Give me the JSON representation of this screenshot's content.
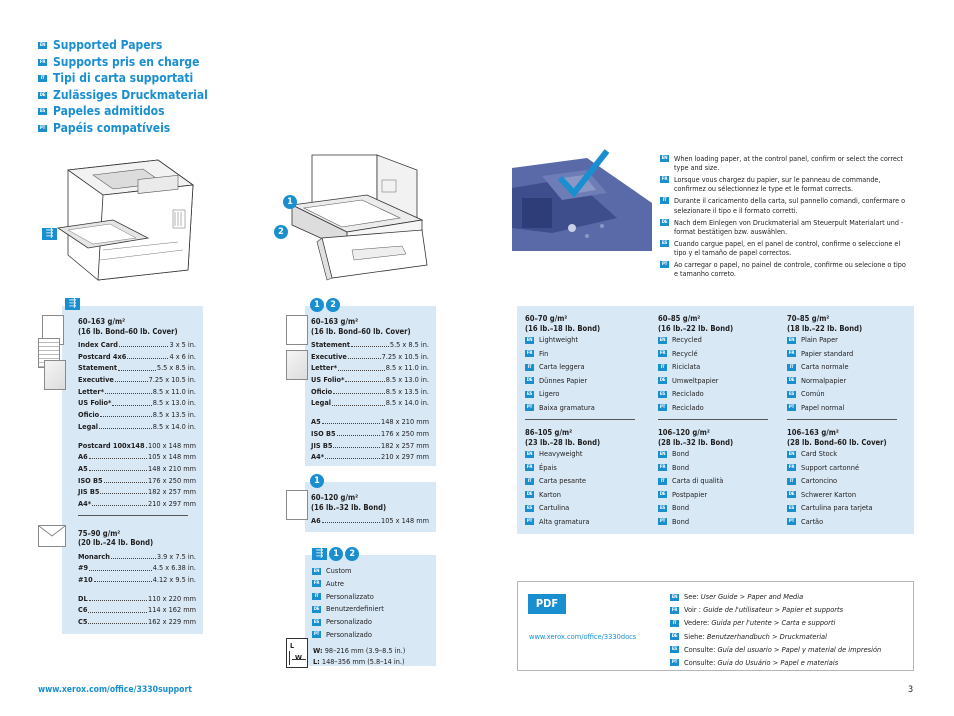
{
  "titles": [
    {
      "lang": "EN",
      "text": "Supported Papers"
    },
    {
      "lang": "FR",
      "text": "Supports pris en charge"
    },
    {
      "lang": "IT",
      "text": "Tipi di carta supportati"
    },
    {
      "lang": "DE",
      "text": "Zulässiges Druckmaterial"
    },
    {
      "lang": "ES",
      "text": "Papeles admitidos"
    },
    {
      "lang": "PT",
      "text": "Papéis compatíveis"
    }
  ],
  "bypass": {
    "weight": "60–163 g/m²",
    "weight_sub": "(16 lb. Bond–60 lb. Cover)",
    "sizes_us": [
      {
        "name": "Index Card",
        "value": "3 x 5 in."
      },
      {
        "name": "Postcard 4x6",
        "value": "4 x 6 in."
      },
      {
        "name": "Statement",
        "value": "5.5 x 8.5 in."
      },
      {
        "name": "Executive",
        "value": "7.25 x 10.5 in."
      },
      {
        "name": "Letter*",
        "value": "8.5 x 11.0 in."
      },
      {
        "name": "US Folio*",
        "value": "8.5 x 13.0 in."
      },
      {
        "name": "Oficio",
        "value": "8.5 x 13.5 in."
      },
      {
        "name": "Legal",
        "value": "8.5 x 14.0 in."
      }
    ],
    "sizes_metric": [
      {
        "name": "Postcard 100x148",
        "value": "100 x 148 mm"
      },
      {
        "name": "A6",
        "value": "105 x 148 mm"
      },
      {
        "name": "A5",
        "value": "148 x 210 mm"
      },
      {
        "name": "ISO B5",
        "value": "176 x 250 mm"
      },
      {
        "name": "JIS B5",
        "value": "182 x 257 mm"
      },
      {
        "name": "A4*",
        "value": "210 x 297 mm"
      }
    ],
    "env_weight": "75–90 g/m²",
    "env_weight_sub": "(20 lb.–24 lb. Bond)",
    "env_us": [
      {
        "name": "Monarch",
        "value": "3.9 x 7.5 in."
      },
      {
        "name": "#9",
        "value": "4.5 x 6.38 in."
      },
      {
        "name": "#10",
        "value": "4.12 x 9.5 in."
      }
    ],
    "env_metric": [
      {
        "name": "DL",
        "value": "110 x 220 mm"
      },
      {
        "name": "C6",
        "value": "114 x 162 mm"
      },
      {
        "name": "C5",
        "value": "162 x 229 mm"
      }
    ]
  },
  "trays": {
    "badge1": "1",
    "badge2": "2",
    "weight": "60–163 g/m²",
    "weight_sub": "(16 lb. Bond–60 lb. Cover)",
    "sizes_us": [
      {
        "name": "Statement",
        "value": "5.5 x 8.5 in."
      },
      {
        "name": "Executive",
        "value": "7.25 x 10.5 in."
      },
      {
        "name": "Letter*",
        "value": "8.5 x 11.0 in."
      },
      {
        "name": "US Folio*",
        "value": "8.5 x 13.0 in."
      },
      {
        "name": "Oficio",
        "value": "8.5 x 13.5 in."
      },
      {
        "name": "Legal",
        "value": "8.5 x 14.0 in."
      }
    ],
    "sizes_metric": [
      {
        "name": "A5",
        "value": "148 x 210 mm"
      },
      {
        "name": "ISO B5",
        "value": "176 x 250 mm"
      },
      {
        "name": "JIS B5",
        "value": "182 x 257 mm"
      },
      {
        "name": "A4*",
        "value": "210 x 297 mm"
      }
    ]
  },
  "tray1": {
    "badge": "1",
    "weight": "60–120 g/m²",
    "weight_sub": "(16 lb.–32 lb. Bond)",
    "sizes": [
      {
        "name": "A6",
        "value": "105 x 148 mm"
      }
    ]
  },
  "custom": {
    "badge1": "1",
    "badge2": "2",
    "items": [
      {
        "lang": "EN",
        "text": "Custom"
      },
      {
        "lang": "FR",
        "text": "Autre"
      },
      {
        "lang": "IT",
        "text": "Personalizzato"
      },
      {
        "lang": "DE",
        "text": "Benutzerdefiniert"
      },
      {
        "lang": "ES",
        "text": "Personalizado"
      },
      {
        "lang": "PT",
        "text": "Personalizado"
      }
    ],
    "w_label": "W:",
    "w_value": "98–216 mm (3.9–8.5 in.)",
    "l_label": "L:",
    "l_value": "148–356 mm (5.8–14 in.)",
    "diagram_l": "L",
    "diagram_w": "W"
  },
  "messages": [
    {
      "lang": "EN",
      "text": "When loading paper, at the control panel, confirm or select the correct type and size."
    },
    {
      "lang": "FR",
      "text": "Lorsque vous chargez du papier, sur le panneau de commande, confirmez ou sélectionnez le type et le format corrects."
    },
    {
      "lang": "IT",
      "text": "Durante il caricamento della carta, sul pannello comandi, confermare o selezionare il tipo e il formato corretti."
    },
    {
      "lang": "DE",
      "text": "Nach dem Einlegen von Druckmaterial am Steuerpult Materialart und -format bestätigen bzw. auswählen."
    },
    {
      "lang": "ES",
      "text": "Cuando cargue papel, en el panel de control, confirme o seleccione el tipo y el tamaño de papel correctos."
    },
    {
      "lang": "PT",
      "text": "Ao carregar o papel, no painel de controle, confirme ou selecione o tipo e tamanho correto."
    }
  ],
  "types": [
    {
      "weight": "60–70 g/m²",
      "weight_sub": "(16 lb.–18 lb. Bond)",
      "items": [
        [
          "EN",
          "Lightweight"
        ],
        [
          "FR",
          "Fin"
        ],
        [
          "IT",
          "Carta leggera"
        ],
        [
          "DE",
          "Dünnes Papier"
        ],
        [
          "ES",
          "Ligero"
        ],
        [
          "PT",
          "Baixa gramatura"
        ]
      ]
    },
    {
      "weight": "60–85 g/m²",
      "weight_sub": "(16 lb.–22 lb. Bond)",
      "items": [
        [
          "EN",
          "Recycled"
        ],
        [
          "FR",
          "Recyclé"
        ],
        [
          "IT",
          "Riciclata"
        ],
        [
          "DE",
          "Umweltpapier"
        ],
        [
          "ES",
          "Reciclado"
        ],
        [
          "PT",
          "Reciclado"
        ]
      ]
    },
    {
      "weight": "70–85 g/m²",
      "weight_sub": "(18 lb.–22 lb. Bond)",
      "items": [
        [
          "EN",
          "Plain Paper"
        ],
        [
          "FR",
          "Papier standard"
        ],
        [
          "IT",
          "Carta normale"
        ],
        [
          "DE",
          "Normalpapier"
        ],
        [
          "ES",
          "Común"
        ],
        [
          "PT",
          "Papel normal"
        ]
      ]
    },
    {
      "weight": "86–105 g/m²",
      "weight_sub": "(23 lb.–28 lb. Bond)",
      "items": [
        [
          "EN",
          "Heavyweight"
        ],
        [
          "FR",
          "Épais"
        ],
        [
          "IT",
          "Carta pesante"
        ],
        [
          "DE",
          "Karton"
        ],
        [
          "ES",
          "Cartulina"
        ],
        [
          "PT",
          "Alta gramatura"
        ]
      ]
    },
    {
      "weight": "106–120 g/m²",
      "weight_sub": "(28 lb.–32 lb. Bond)",
      "items": [
        [
          "EN",
          "Bond"
        ],
        [
          "FR",
          "Bond"
        ],
        [
          "IT",
          "Carta di qualità"
        ],
        [
          "DE",
          "Postpapier"
        ],
        [
          "ES",
          "Bond"
        ],
        [
          "PT",
          "Bond"
        ]
      ]
    },
    {
      "weight": "106–163 g/m²",
      "weight_sub": "(28 lb. Bond–60 lb. Cover)",
      "items": [
        [
          "EN",
          "Card Stock"
        ],
        [
          "FR",
          "Support cartonné"
        ],
        [
          "IT",
          "Cartoncino"
        ],
        [
          "DE",
          "Schwerer Karton"
        ],
        [
          "ES",
          "Cartulina para tarjeta"
        ],
        [
          "PT",
          "Cartão"
        ]
      ]
    }
  ],
  "pdf": {
    "icon": "PDF",
    "url": "www.xerox.com/office/3330docs",
    "refs": [
      {
        "lang": "EN",
        "prefix": "See: ",
        "path": "User Guide > Paper and Media"
      },
      {
        "lang": "FR",
        "prefix": "Voir : ",
        "path": "Guide de l'utilisateur > Papier et supports"
      },
      {
        "lang": "IT",
        "prefix": "Vedere: ",
        "path": "Guida per l'utente > Carta e supporti"
      },
      {
        "lang": "DE",
        "prefix": "Siehe: ",
        "path": "Benutzerhandbuch > Druckmaterial"
      },
      {
        "lang": "ES",
        "prefix": "Consulte: ",
        "path": "Guía del usuario > Papel y material de impresión"
      },
      {
        "lang": "PT",
        "prefix": "Consulte: ",
        "path": "Guia do Usuário > Papel e materiais"
      }
    ]
  },
  "footer": {
    "url": "www.xerox.com/office/3330support",
    "page": "3"
  },
  "colors": {
    "accent": "#1a8fd0",
    "panel": "#d9e8f5",
    "illustration_blue": "#4a5aa0"
  }
}
